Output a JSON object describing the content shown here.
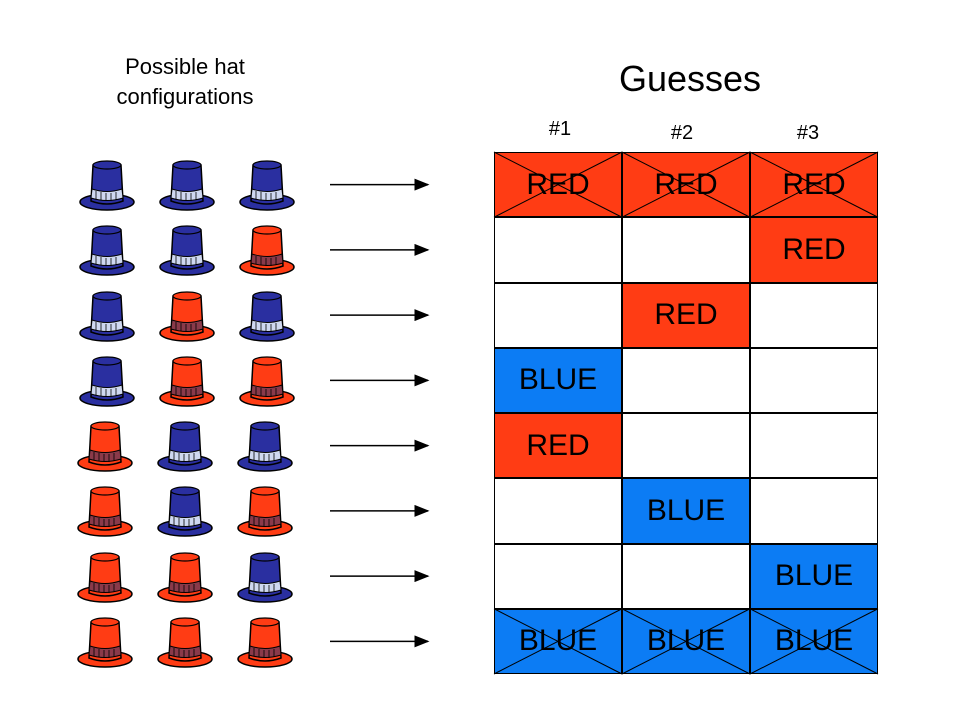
{
  "left_title": "Possible hat configurations",
  "right_title": "Guesses",
  "column_labels": [
    "#1",
    "#2",
    "#3"
  ],
  "colors": {
    "red": "#ff3c14",
    "blue": "#0c7cf4",
    "white": "#ffffff",
    "hat_red": "#ff3c14",
    "hat_blue": "#2a2fa0"
  },
  "hat_configurations": [
    [
      "blue",
      "blue",
      "blue"
    ],
    [
      "blue",
      "blue",
      "red"
    ],
    [
      "blue",
      "red",
      "blue"
    ],
    [
      "blue",
      "red",
      "red"
    ],
    [
      "red",
      "blue",
      "blue"
    ],
    [
      "red",
      "blue",
      "red"
    ],
    [
      "red",
      "red",
      "blue"
    ],
    [
      "red",
      "red",
      "red"
    ]
  ],
  "guess_table": [
    [
      "RED",
      "RED",
      "RED"
    ],
    [
      "",
      "",
      "RED"
    ],
    [
      "",
      "RED",
      ""
    ],
    [
      "BLUE",
      "",
      ""
    ],
    [
      "RED",
      "",
      ""
    ],
    [
      "",
      "BLUE",
      ""
    ],
    [
      "",
      "",
      "BLUE"
    ],
    [
      "BLUE",
      "BLUE",
      "BLUE"
    ]
  ],
  "crossed_out_rows": [
    0,
    7
  ]
}
